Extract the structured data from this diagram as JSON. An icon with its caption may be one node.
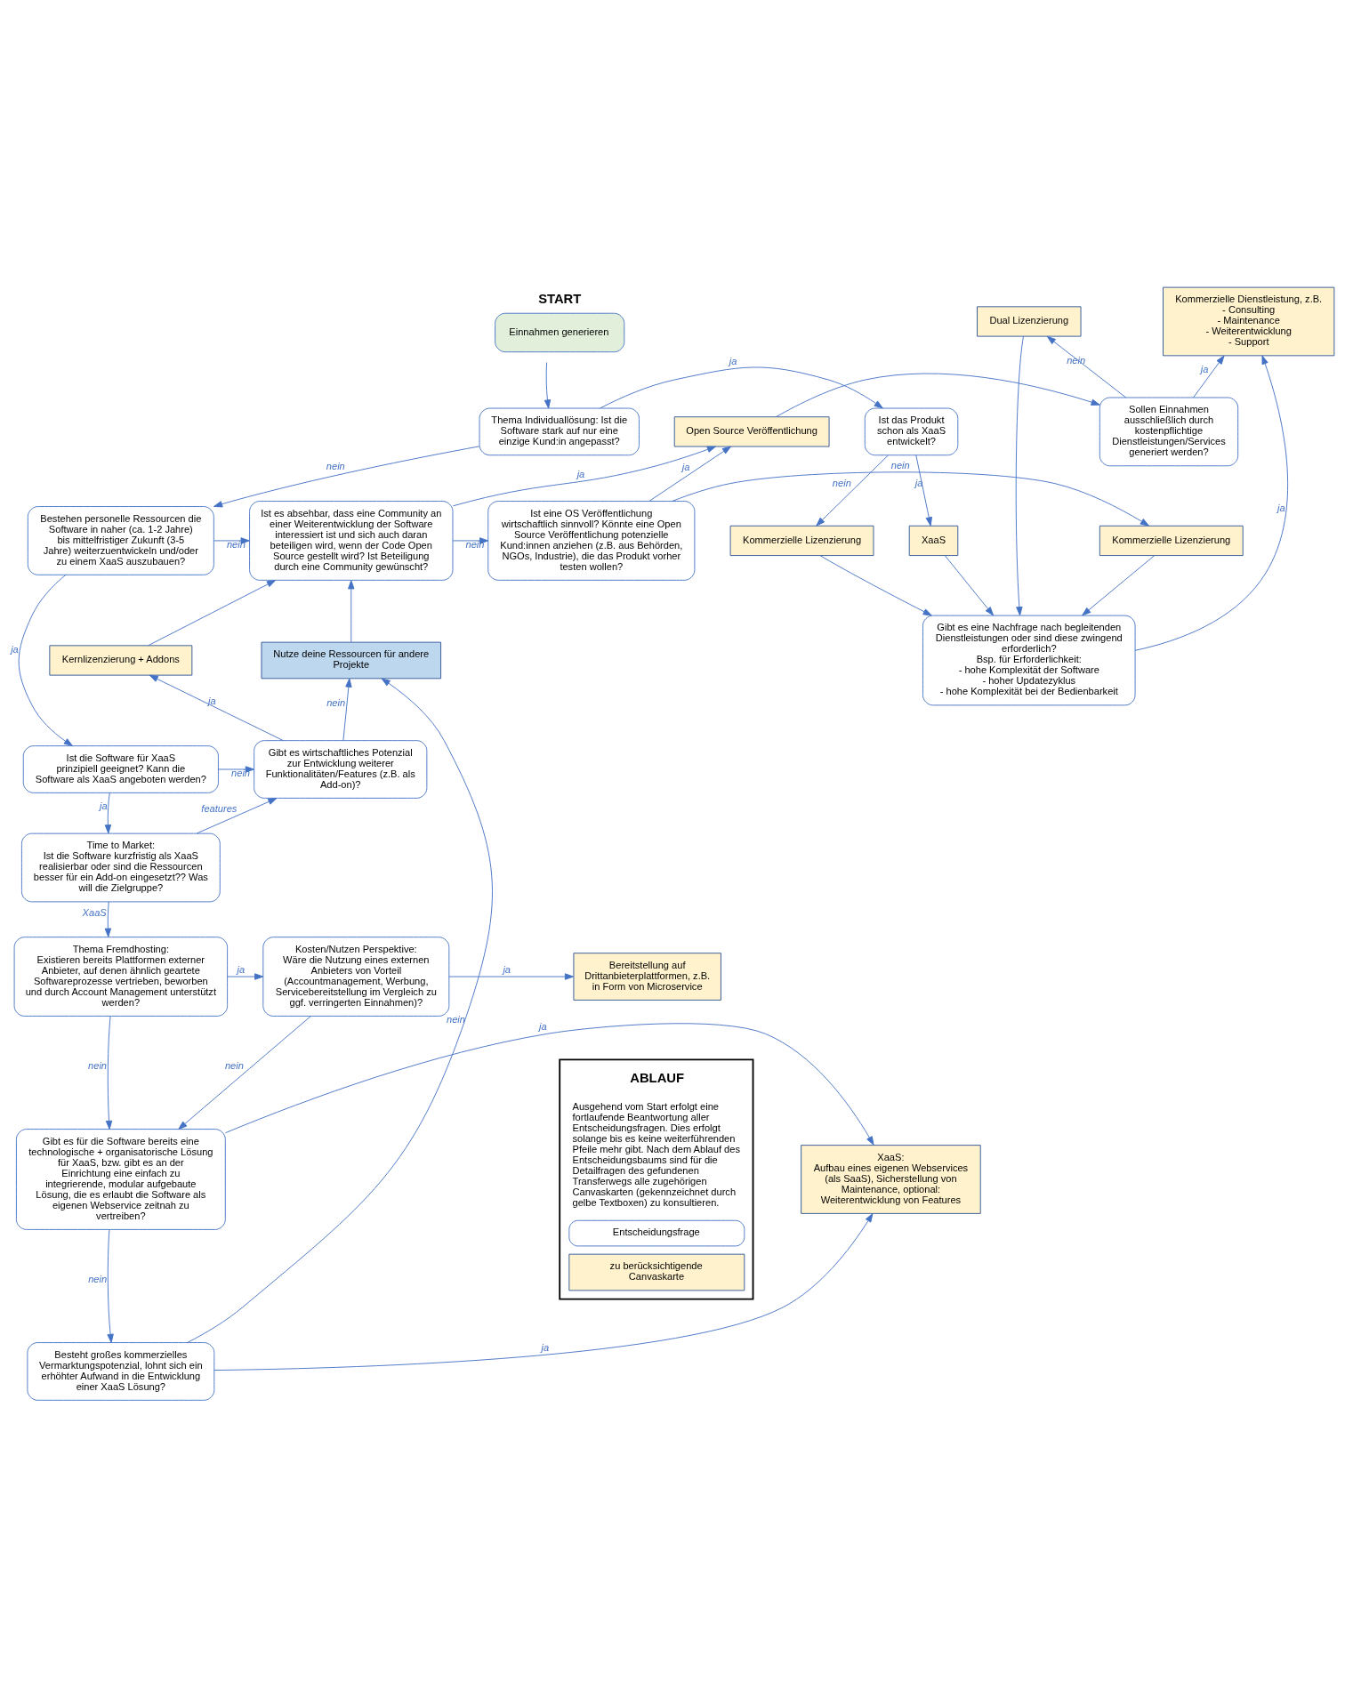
{
  "diagram": {
    "nodes": [
      {
        "text": [
          "START",
          "Einnahmen generieren"
        ]
      },
      {
        "text": [
          "Thema Individuallösung: Ist die Software stark auf nur eine einzige Kund:in angepasst?"
        ]
      },
      {
        "text": [
          "Ist das Produkt schon als XaaS entwickelt?"
        ]
      },
      {
        "text": [
          "Kommerzielle Lizenzierung"
        ]
      },
      {
        "text": [
          "XaaS"
        ]
      },
      {
        "text": [
          "Gibt es eine Nachfrage nach begleitenden Dienstleistungen oder sind diese zwingend erforderlich?",
          "Bsp. für Erforderlichkeit:",
          "- hohe Komplexität der Software",
          "- hoher Updatezyklus",
          "- hohe Komplexität bei der Bedienbarkeit"
        ]
      },
      {
        "text": [
          "Dual Lizenzierung"
        ]
      },
      {
        "text": [
          "Open Source Veröffentlichung"
        ]
      },
      {
        "text": [
          "Sollen Einnahmen ausschließlich durch kostenpflichtige Dienstleistungen/Services generiert werden?"
        ]
      },
      {
        "text": [
          "Kommerzielle Dienstleistung, z.B.",
          "- Consulting",
          "- Maintenance",
          "- Weiterentwicklung",
          "- Support"
        ]
      },
      {
        "text": [
          "Bestehen personelle Ressourcen die Software in naher (ca. 1-2 Jahre) bis mittelfristiger Zukunft (3-5 Jahre) weiterzuentwickeln und/oder zu einem XaaS auszubauen?"
        ]
      },
      {
        "text": [
          "Ist es absehbar, dass eine Community an einer Weiterentwicklung der Software interessiert ist und sich auch daran beteiligen wird, wenn der Code Open Source gestellt wird? Ist Beteiligung durch eine Community gewünscht?"
        ]
      },
      {
        "text": [
          "Ist eine OS Veröffentlichung wirtschaftlich sinnvoll? Könnte eine Open Source Veröffentlichung potenzielle Kund:innen anziehen (z.B. aus Behörden, NGOs, Industrie), die das Produkt vorher testen wollen?"
        ]
      },
      {
        "text": [
          "Kommerzielle Lizenzierung"
        ]
      },
      {
        "text": [
          "Kernlizenzierung + Addons"
        ]
      },
      {
        "text": [
          "Ist die Software für XaaS prinzipiell geeignet? Kann die Software als XaaS angeboten werden?"
        ]
      },
      {
        "text": [
          "Gibt es wirtschaftliches Potenzial zur Entwicklung weiterer Funktionalitäten/Features (z.B. als Add-on)?"
        ]
      },
      {
        "text": [
          "Nutze deine Ressourcen für andere Projekte"
        ]
      },
      {
        "text": [
          "Time to Market:",
          "Ist die Software kurzfristig als XaaS realisierbar oder sind die Ressourcen besser für ein Add-on eingesetzt?? Was will die Zielgruppe?"
        ]
      },
      {
        "text": [
          "Thema Fremdhosting:",
          "Existieren bereits Plattformen externer Anbieter, auf denen ähnlich geartete Softwareprozesse vertrieben, beworben und durch Account Management unterstützt werden?"
        ]
      },
      {
        "text": [
          "Kosten/Nutzen Perspektive:",
          "Wäre die Nutzung eines externen Anbieters von Vorteil (Accountmanagement, Werbung, Servicebereitstellung im Vergleich zu ggf. verringerten Einnahmen)?"
        ]
      },
      {
        "text": [
          "Bereitstellung auf Drittanbieterplattformen, z.B. in Form von Microservice"
        ]
      },
      {
        "text": [
          "Gibt es für die Software bereits eine technologische + organisatorische Lösung für XaaS, bzw. gibt es an der Einrichtung eine einfach zu integrierende, modular aufgebaute Lösung, die es erlaubt die Software als eigenen Webservice zeitnah zu vertreiben?"
        ]
      },
      {
        "text": [
          "XaaS:",
          "Aufbau eines eigenen Webservices (als SaaS), Sicherstellung von Maintenance, optional: Weiterentwicklung von Features"
        ]
      },
      {
        "text": [
          "Besteht großes kommerzielles Vermarktungspotenzial, lohnt sich ein erhöhter Aufwand in die Entwicklung einer XaaS Lösung?"
        ]
      }
    ],
    "edges": [
      {
        "from": 0,
        "to": 1,
        "arrow": "to"
      },
      {
        "from": 1,
        "to": 2,
        "arrow": "to",
        "label": "ja"
      },
      {
        "from": 1,
        "to": 10,
        "arrow": "to",
        "label": "nein"
      },
      {
        "from": 2,
        "to": 3,
        "arrow": "to",
        "label": "nein"
      },
      {
        "from": 2,
        "to": 4,
        "arrow": "to",
        "label": "ja"
      },
      {
        "from": 3,
        "to": 5,
        "arrow": "to"
      },
      {
        "from": 4,
        "to": 5,
        "arrow": "to"
      },
      {
        "from": 6,
        "to": 5,
        "arrow": "to"
      },
      {
        "from": 8,
        "to": 6,
        "arrow": "to",
        "label": "nein"
      },
      {
        "from": 7,
        "to": 8,
        "arrow": "to"
      },
      {
        "from": 8,
        "to": 9,
        "arrow": "to",
        "label": "ja"
      },
      {
        "from": 5,
        "to": 9,
        "arrow": "to",
        "label": "ja"
      },
      {
        "from": 11,
        "to": 7,
        "arrow": "to",
        "label": "ja"
      },
      {
        "from": 12,
        "to": 7,
        "arrow": "to",
        "label": "ja"
      },
      {
        "from": 10,
        "to": 11,
        "arrow": "to",
        "label": "nein"
      },
      {
        "from": 11,
        "to": 12,
        "arrow": "to",
        "label": "nein"
      },
      {
        "from": 12,
        "to": 13,
        "arrow": "to",
        "label": "nein"
      },
      {
        "from": 13,
        "to": 5,
        "arrow": "to"
      },
      {
        "from": 14,
        "to": 11,
        "arrow": "to"
      },
      {
        "from": 16,
        "to": 14,
        "arrow": "to",
        "label": "ja"
      },
      {
        "from": 17,
        "to": 11,
        "arrow": "to"
      },
      {
        "from": 10,
        "to": 15,
        "arrow": "to",
        "label": "ja"
      },
      {
        "from": 15,
        "to": 16,
        "arrow": "to",
        "label": "nein"
      },
      {
        "from": 15,
        "to": 18,
        "arrow": "to",
        "label": "ja"
      },
      {
        "from": 18,
        "to": 16,
        "arrow": "to",
        "label": "features"
      },
      {
        "from": 16,
        "to": 17,
        "arrow": "to",
        "label": "nein"
      },
      {
        "from": 18,
        "to": 19,
        "arrow": "to",
        "label": "XaaS"
      },
      {
        "from": 19,
        "to": 20,
        "arrow": "to",
        "label": "ja"
      },
      {
        "from": 20,
        "to": 21,
        "arrow": "to",
        "label": "ja"
      },
      {
        "from": 19,
        "to": 22,
        "arrow": "to",
        "label": "nein"
      },
      {
        "from": 20,
        "to": 22,
        "arrow": "to",
        "label": "nein"
      },
      {
        "from": 22,
        "to": 23,
        "arrow": "to",
        "label": "ja"
      },
      {
        "from": 22,
        "to": 24,
        "arrow": "to",
        "label": "nein"
      },
      {
        "from": 24,
        "to": 23,
        "arrow": "to",
        "label": "ja"
      },
      {
        "from": 24,
        "to": 17,
        "arrow": "to",
        "label": "nein"
      }
    ],
    "labels": [
      "ABLAUF",
      "Ausgehend vom Start erfolgt eine fortlaufende Beantwortung aller Entscheidungsfragen. Dies erfolgt solange bis es keine weiterführenden Pfeile mehr gibt. Nach dem Ablauf des Entscheidungsbaums sind für die Detailfragen des gefundenen Transferwegs alle zugehörigen Canvaskarten (gekennzeichnet durch gelbe Textboxen) zu konsultieren."
    ],
    "legend": [
      {
        "text": "Entscheidungsfrage"
      },
      {
        "text": "zu berücksichtigende Canvaskarte",
        "color": "#fff2cc"
      }
    ]
  }
}
